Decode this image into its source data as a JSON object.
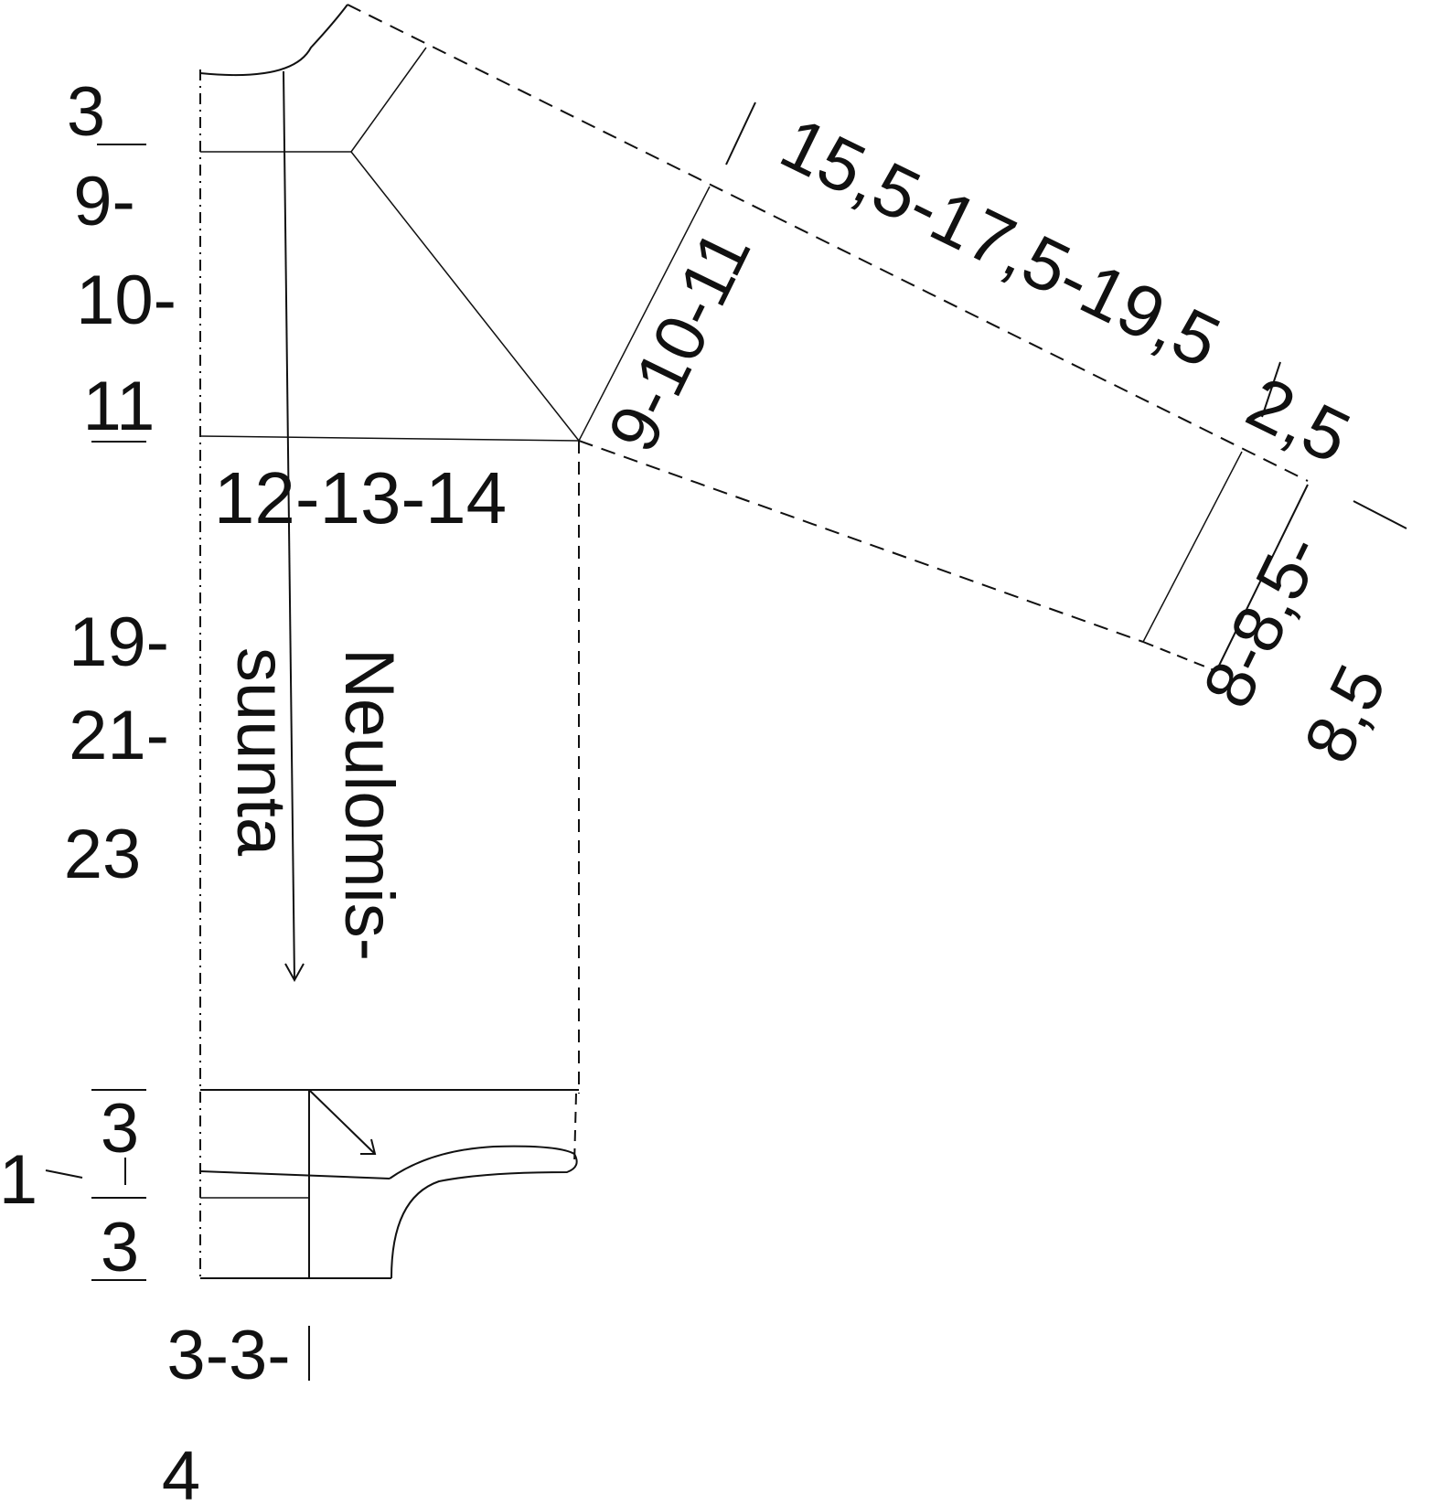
{
  "diagram": {
    "left_measurements": {
      "top_a": "3",
      "top_b": "9-",
      "top_c": "10-",
      "top_d": "11",
      "mid_a": "19-",
      "mid_b": "21-",
      "mid_c": "23",
      "bottom_a": "3",
      "bottom_b": "3",
      "bottom_side": "1"
    },
    "bottom_measurements": {
      "width_a": "3-3-",
      "width_b": "4"
    },
    "body_width": "12-13-14",
    "knitting_direction": {
      "line1": "Neulomis-",
      "line2": "suunta"
    },
    "sleeve": {
      "cap_depth": "9-10-11",
      "length": "15,5-17,5-19,5",
      "cuff": "2,5",
      "end_width_a": "8-8,5-",
      "end_width_b": "8,5"
    }
  }
}
